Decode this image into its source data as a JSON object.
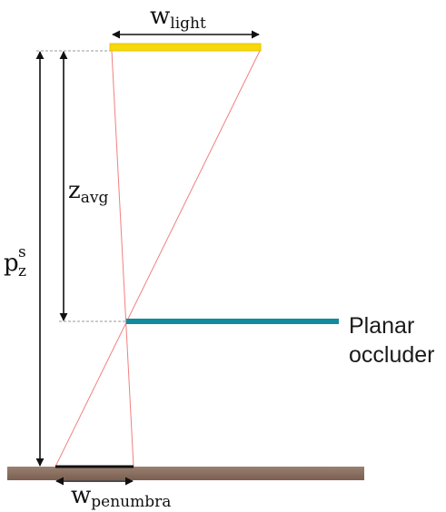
{
  "diagram": {
    "labels": {
      "w_light": {
        "base": "w",
        "sub": "light"
      },
      "z_avg": {
        "base": "z",
        "sub": "avg"
      },
      "p_z_s": {
        "base": "p",
        "sub": "z",
        "sup": "s"
      },
      "w_penumbra": {
        "base": "w",
        "sub": "penumbra"
      },
      "occluder_line1": "Planar",
      "occluder_line2": "occluder"
    },
    "colors": {
      "light": "#f5d90a",
      "light_edge": "#e8c400",
      "occluder": "#108c9c",
      "receiver": "#8a6f5f",
      "ray": "#f08080",
      "guide": "#999999",
      "arrow": "#111111"
    }
  }
}
